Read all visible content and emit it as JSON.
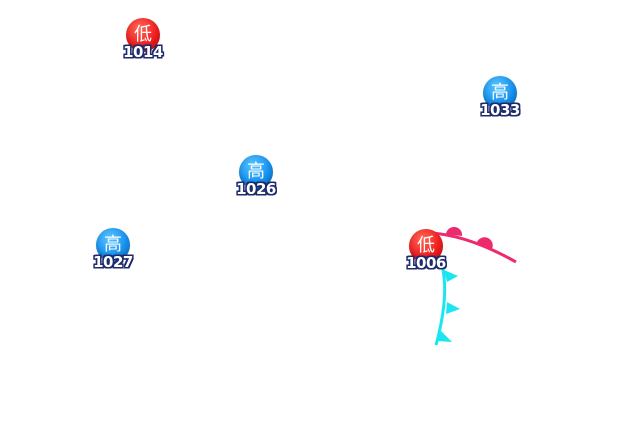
{
  "centers": [
    {
      "kind": "low",
      "symbol": "低",
      "pressure": "1014"
    },
    {
      "kind": "high",
      "symbol": "高",
      "pressure": "1033"
    },
    {
      "kind": "high",
      "symbol": "高",
      "pressure": "1026"
    },
    {
      "kind": "high",
      "symbol": "高",
      "pressure": "1027"
    },
    {
      "kind": "low",
      "symbol": "低",
      "pressure": "1006"
    }
  ],
  "fronts": {
    "warm_front_color": "#ee2a6f",
    "cold_front_color": "#19e6f0"
  },
  "colors": {
    "low": "#f01e1e",
    "high": "#1691ee",
    "label_outline": "#1d2a6b"
  }
}
